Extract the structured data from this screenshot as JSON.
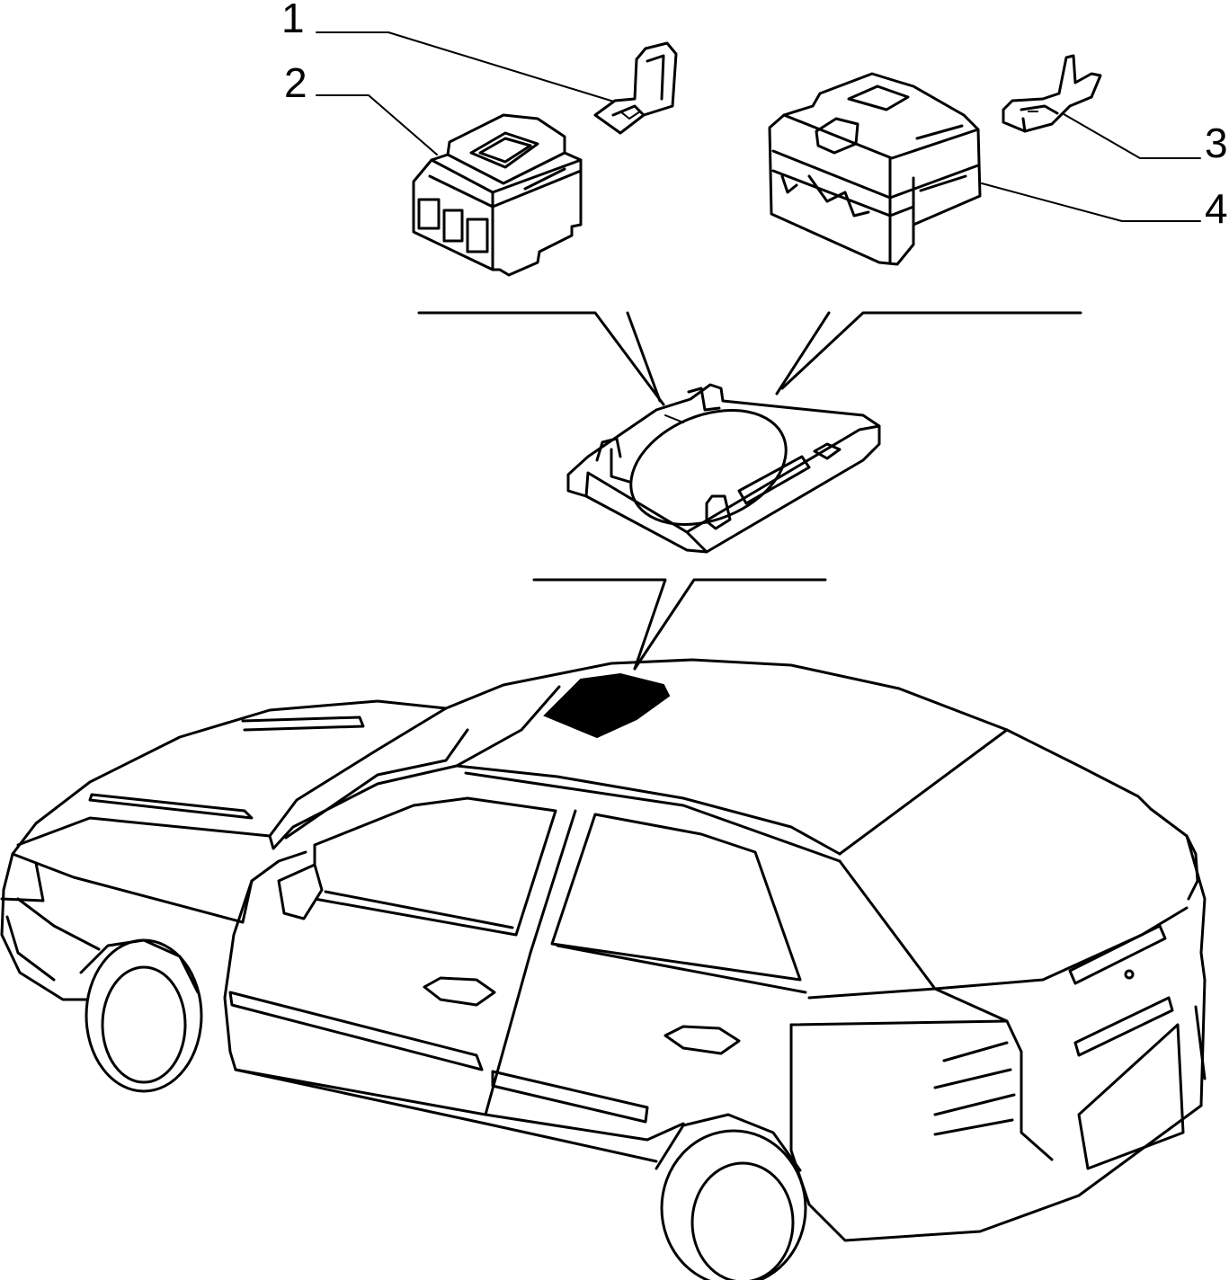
{
  "callouts": [
    {
      "id": "1"
    },
    {
      "id": "2"
    },
    {
      "id": "3"
    },
    {
      "id": "4"
    }
  ],
  "colors": {
    "line": "#000000",
    "background": "#ffffff",
    "highlight": "#000000"
  }
}
